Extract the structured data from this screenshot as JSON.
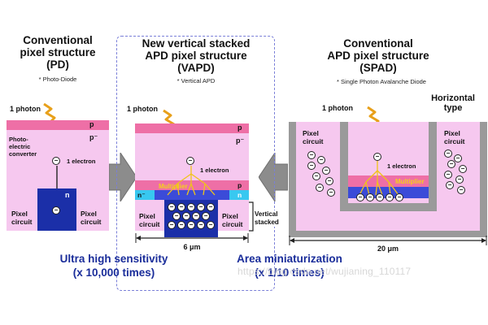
{
  "left": {
    "title": "Conventional\npixel structure\n(PD)",
    "note": "* Photo-Diode",
    "photon": "1 photon",
    "layer_p": "p",
    "layer_pminus": "p⁻",
    "converter": "Photo-\nelectric\nconverter",
    "electron": "1 electron",
    "layer_n": "n",
    "pixel_circuit_left": "Pixel\ncircuit",
    "pixel_circuit_right": "Pixel\ncircuit"
  },
  "middle": {
    "title": "New vertical stacked\nAPD pixel structure\n(VAPD)",
    "note": "* Vertical APD",
    "photon": "1 photon",
    "layer_p": "p",
    "layer_pminus": "p⁻",
    "electron": "1 electron",
    "multiplier": "Multiplier",
    "layer_nminus": "n⁻",
    "layer_n": "n",
    "layer_p2": "p",
    "pixel_circuit_left": "Pixel\ncircuit",
    "pixel_circuit_right": "Pixel\ncircuit",
    "vertical_stacked": "Vertical\nstacked",
    "width": "6 μm"
  },
  "right": {
    "title": "Conventional\nAPD pixel structure\n(SPAD)",
    "note": "* Single Photon Avalanche Diode",
    "photon": "1 photon",
    "horizontal_type": "Horizontal\ntype",
    "pixel_circuit_left": "Pixel\ncircuit",
    "pixel_circuit_right": "Pixel\ncircuit",
    "electron": "1 electron",
    "multiplier": "Multiplier",
    "width": "20 μm"
  },
  "captions": {
    "sensitivity": "Ultra high sensitivity\n(x 10,000 times)",
    "miniaturization": "Area miniaturization\n(x 1/10 times)"
  },
  "watermark": "https://blog.csdn.net/wujianing_110117",
  "colors": {
    "pink_light": "#f6c8ef",
    "pink": "#ee6fa6",
    "blue_dark": "#1b2fa8",
    "blue_mid": "#3b4bd8",
    "cyan": "#38c8f0",
    "gray_panel": "#9a9a9a",
    "arrow_gray": "#8c8c8c",
    "caption_blue": "#1a2d9a"
  }
}
